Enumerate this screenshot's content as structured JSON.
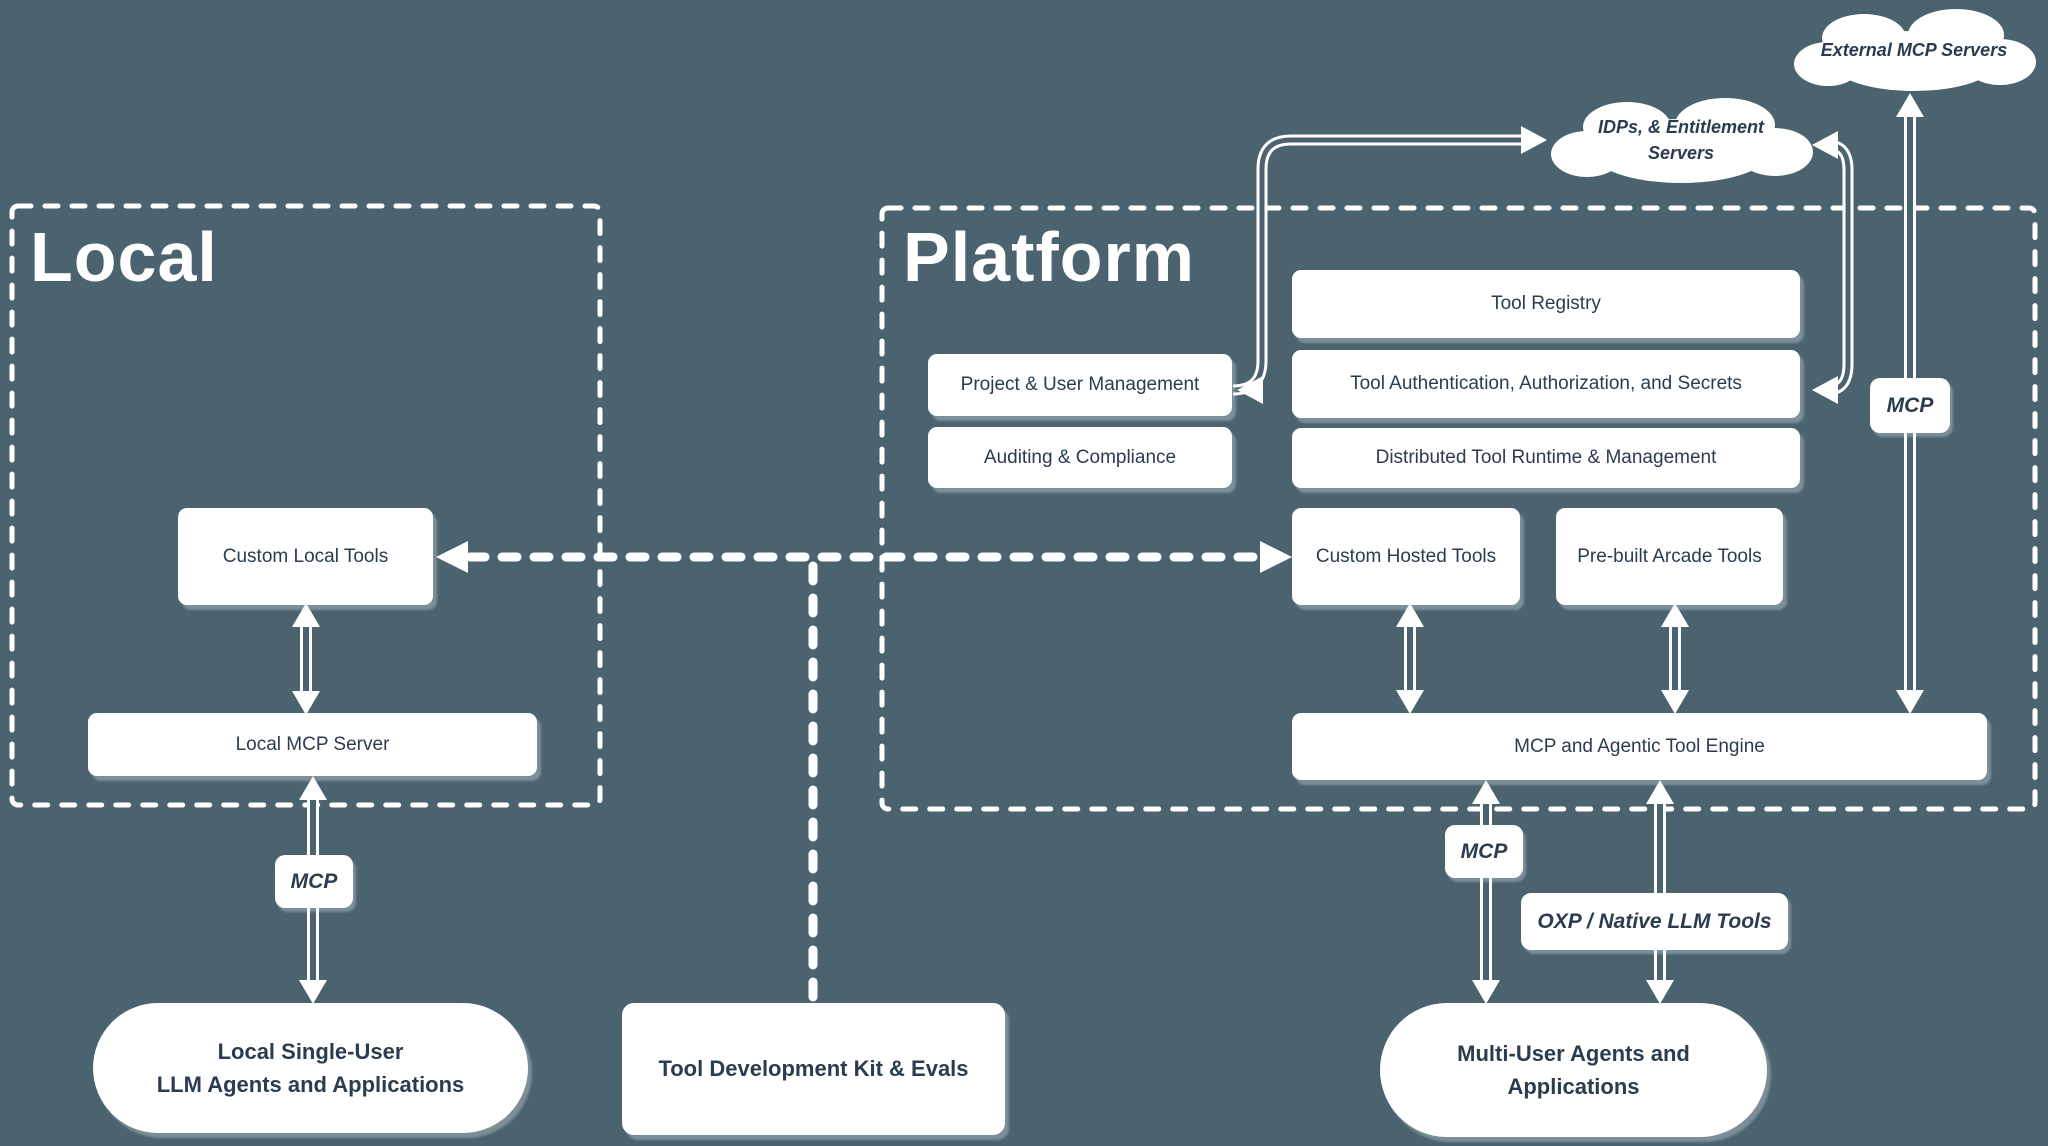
{
  "colors": {
    "background": "#4b636e",
    "box_fill": "#ffffff",
    "box_text": "#2b3c50",
    "line": "#ffffff"
  },
  "regions": {
    "local": {
      "title": "Local"
    },
    "platform": {
      "title": "Platform"
    }
  },
  "clouds": {
    "external": {
      "label": "External MCP Servers"
    },
    "idps": {
      "line1": "IDPs, & Entitlement",
      "line2": "Servers"
    }
  },
  "platform": {
    "boxes": {
      "tool_registry": "Tool Registry",
      "tool_auth": "Tool Authentication, Authorization, and Secrets",
      "distributed_runtime": "Distributed Tool Runtime & Management",
      "project_user_management": "Project & User Management",
      "auditing_compliance": "Auditing & Compliance",
      "custom_hosted_tools": "Custom Hosted Tools",
      "prebuilt_arcade_tools": "Pre-built Arcade Tools",
      "mcp_engine": "MCP and Agentic Tool Engine"
    }
  },
  "local": {
    "boxes": {
      "custom_local_tools": "Custom Local Tools",
      "local_mcp_server": "Local MCP Server"
    }
  },
  "bottom": {
    "tdk": "Tool Development Kit & Evals",
    "local_agents": {
      "line1": "Local Single-User",
      "line2": "LLM Agents and Applications"
    },
    "multi_user_agents": {
      "line1": "Multi-User Agents and",
      "line2": "Applications"
    }
  },
  "edge_labels": {
    "mcp_local": "MCP",
    "mcp_platform": "MCP",
    "oxp": "OXP / Native LLM Tools",
    "mcp_external": "MCP"
  }
}
